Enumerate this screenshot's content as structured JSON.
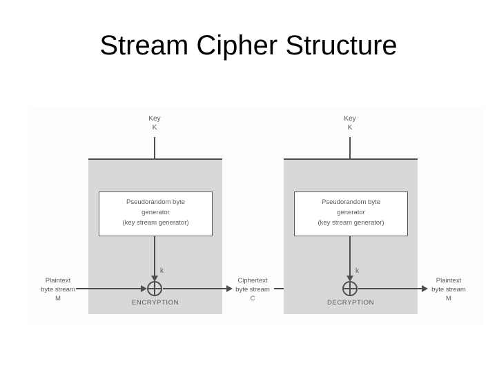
{
  "slide": {
    "title": "Stream Cipher Structure"
  },
  "diagram": {
    "colors": {
      "panel_fill": "#d8d8d8",
      "line": "#4d4e50",
      "text": "#58595b",
      "figure_background": "#fdfdfd",
      "title_color": "#000000"
    },
    "encryption": {
      "key_label_line1": "Key",
      "key_label_line2": "K",
      "generator_line1": "Pseudorandom byte",
      "generator_line2": "generator",
      "generator_line3": "(key stream generator)",
      "keystream_label": "k",
      "operation_label": "ENCRYPTION",
      "input_label_line1": "Plaintext",
      "input_label_line2": "byte stream",
      "input_label_line3": "M"
    },
    "middle_label": {
      "line1": "Ciphertext",
      "line2": "byte stream",
      "line3": "C"
    },
    "decryption": {
      "key_label_line1": "Key",
      "key_label_line2": "K",
      "generator_line1": "Pseudorandom byte",
      "generator_line2": "generator",
      "generator_line3": "(key stream generator)",
      "keystream_label": "k",
      "operation_label": "DECRYPTION",
      "output_label_line1": "Plaintext",
      "output_label_line2": "byte stream",
      "output_label_line3": "M"
    }
  }
}
